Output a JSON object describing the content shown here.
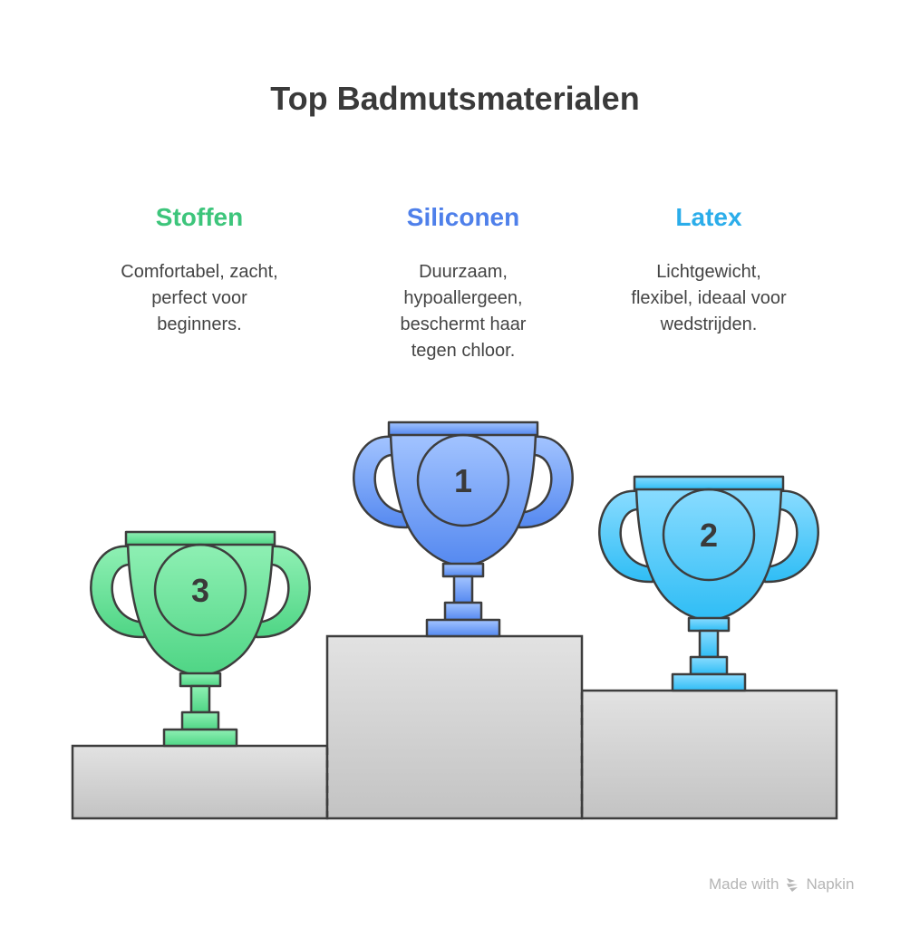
{
  "title": "Top Badmutsmaterialen",
  "items": [
    {
      "name": "Stoffen",
      "description": [
        "Comfortabel, zacht,",
        "perfect voor",
        "beginners."
      ],
      "rank": "3",
      "color": "#3dc57b"
    },
    {
      "name": "Siliconen",
      "description": [
        "Duurzaam,",
        "hypoallergeen,",
        "beschermt haar",
        "tegen chloor."
      ],
      "rank": "1",
      "color": "#4f80ea"
    },
    {
      "name": "Latex",
      "description": [
        "Lichtgewicht,",
        "flexibel, ideaal voor",
        "wedstrijden."
      ],
      "rank": "2",
      "color": "#2badea"
    }
  ],
  "watermark": {
    "prefix": "Made with",
    "brand": "Napkin"
  }
}
